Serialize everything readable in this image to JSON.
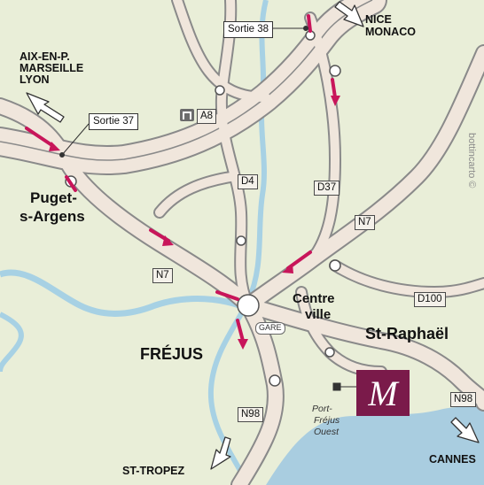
{
  "destinations": {
    "north_west": [
      "AIX-EN-P.",
      "MARSEILLE",
      "LYON"
    ],
    "north_east": [
      "NICE",
      "MONACO"
    ],
    "south": "ST-TROPEZ",
    "east": "CANNES"
  },
  "exits": {
    "sortie_38": "Sortie 38",
    "sortie_37": "Sortie 37"
  },
  "roads": {
    "a8": "A8",
    "d4": "D4",
    "d37": "D37",
    "n7_east": "N7",
    "n7_west": "N7",
    "d100": "D100",
    "n98_south": "N98",
    "n98_east": "N98"
  },
  "towns": {
    "puget": [
      "Puget-",
      "s-Argens"
    ],
    "centre": [
      "Centre",
      "ville"
    ],
    "frejus": "FRÉJUS",
    "st_raphael": "St-Raphaël"
  },
  "places": {
    "gare": "GARE",
    "port": [
      "Port-",
      "Fréjus",
      "Ouest"
    ]
  },
  "credit": "bottincarto ©",
  "logo": {
    "letter": "M",
    "color": "#7a1a4a"
  },
  "colors": {
    "land": "#e9eed8",
    "sea": "#a9cde0",
    "river": "#a7d1e4",
    "road_fill": "#f0e6dc",
    "road_casing": "#8a8a8a",
    "route_highlight": "#c8155a"
  }
}
